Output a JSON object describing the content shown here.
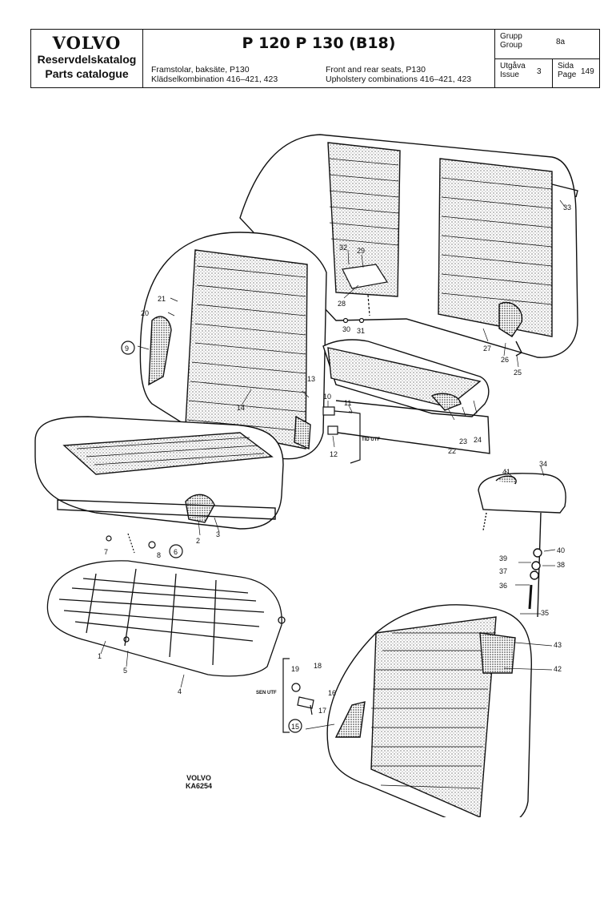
{
  "header": {
    "brand": "VOLVO",
    "brand_sub1": "Reservdelskatalog",
    "brand_sub2": "Parts catalogue",
    "model": "P 120  P 130 (B18)",
    "desc_sv_line1": "Framstolar, baksäte, P130",
    "desc_sv_line2": "Klädselkombination 416–421, 423",
    "desc_en_line1": "Front and rear seats, P130",
    "desc_en_line2": "Upholstery combinations 416–421, 423",
    "group_label_sv": "Grupp",
    "group_label_en": "Group",
    "group_value": "8a",
    "issue_label_sv": "Utgåva",
    "issue_label_en": "Issue",
    "issue_value": "3",
    "page_label_sv": "Sida",
    "page_label_en": "Page",
    "page_value": "149"
  },
  "labels": {
    "n1": "1",
    "n2": "2",
    "n3": "3",
    "n4": "4",
    "n5": "5",
    "n6": "6",
    "n7": "7",
    "n8": "8",
    "n9": "9",
    "n10": "10",
    "n11": "11",
    "n12": "12",
    "n13": "13",
    "n14": "14",
    "n15": "15",
    "n16": "16",
    "n17": "17",
    "n18": "18",
    "n19": "19",
    "n20": "20",
    "n21": "21",
    "n22": "22",
    "n23": "23",
    "n24": "24",
    "n25": "25",
    "n26": "26",
    "n27": "27",
    "n28": "28",
    "n29": "29",
    "n30": "30",
    "n31": "31",
    "n32": "32",
    "n33": "33",
    "n34": "34",
    "n35": "35",
    "n36": "36",
    "n37": "37",
    "n38": "38",
    "n39": "39",
    "n40": "40",
    "n41": "41",
    "n42": "42",
    "n43": "43",
    "note_tid": "TID UTF",
    "note_sen": "SEN UTF"
  },
  "footer": {
    "brand": "VOLVO",
    "code": "KA6254"
  }
}
